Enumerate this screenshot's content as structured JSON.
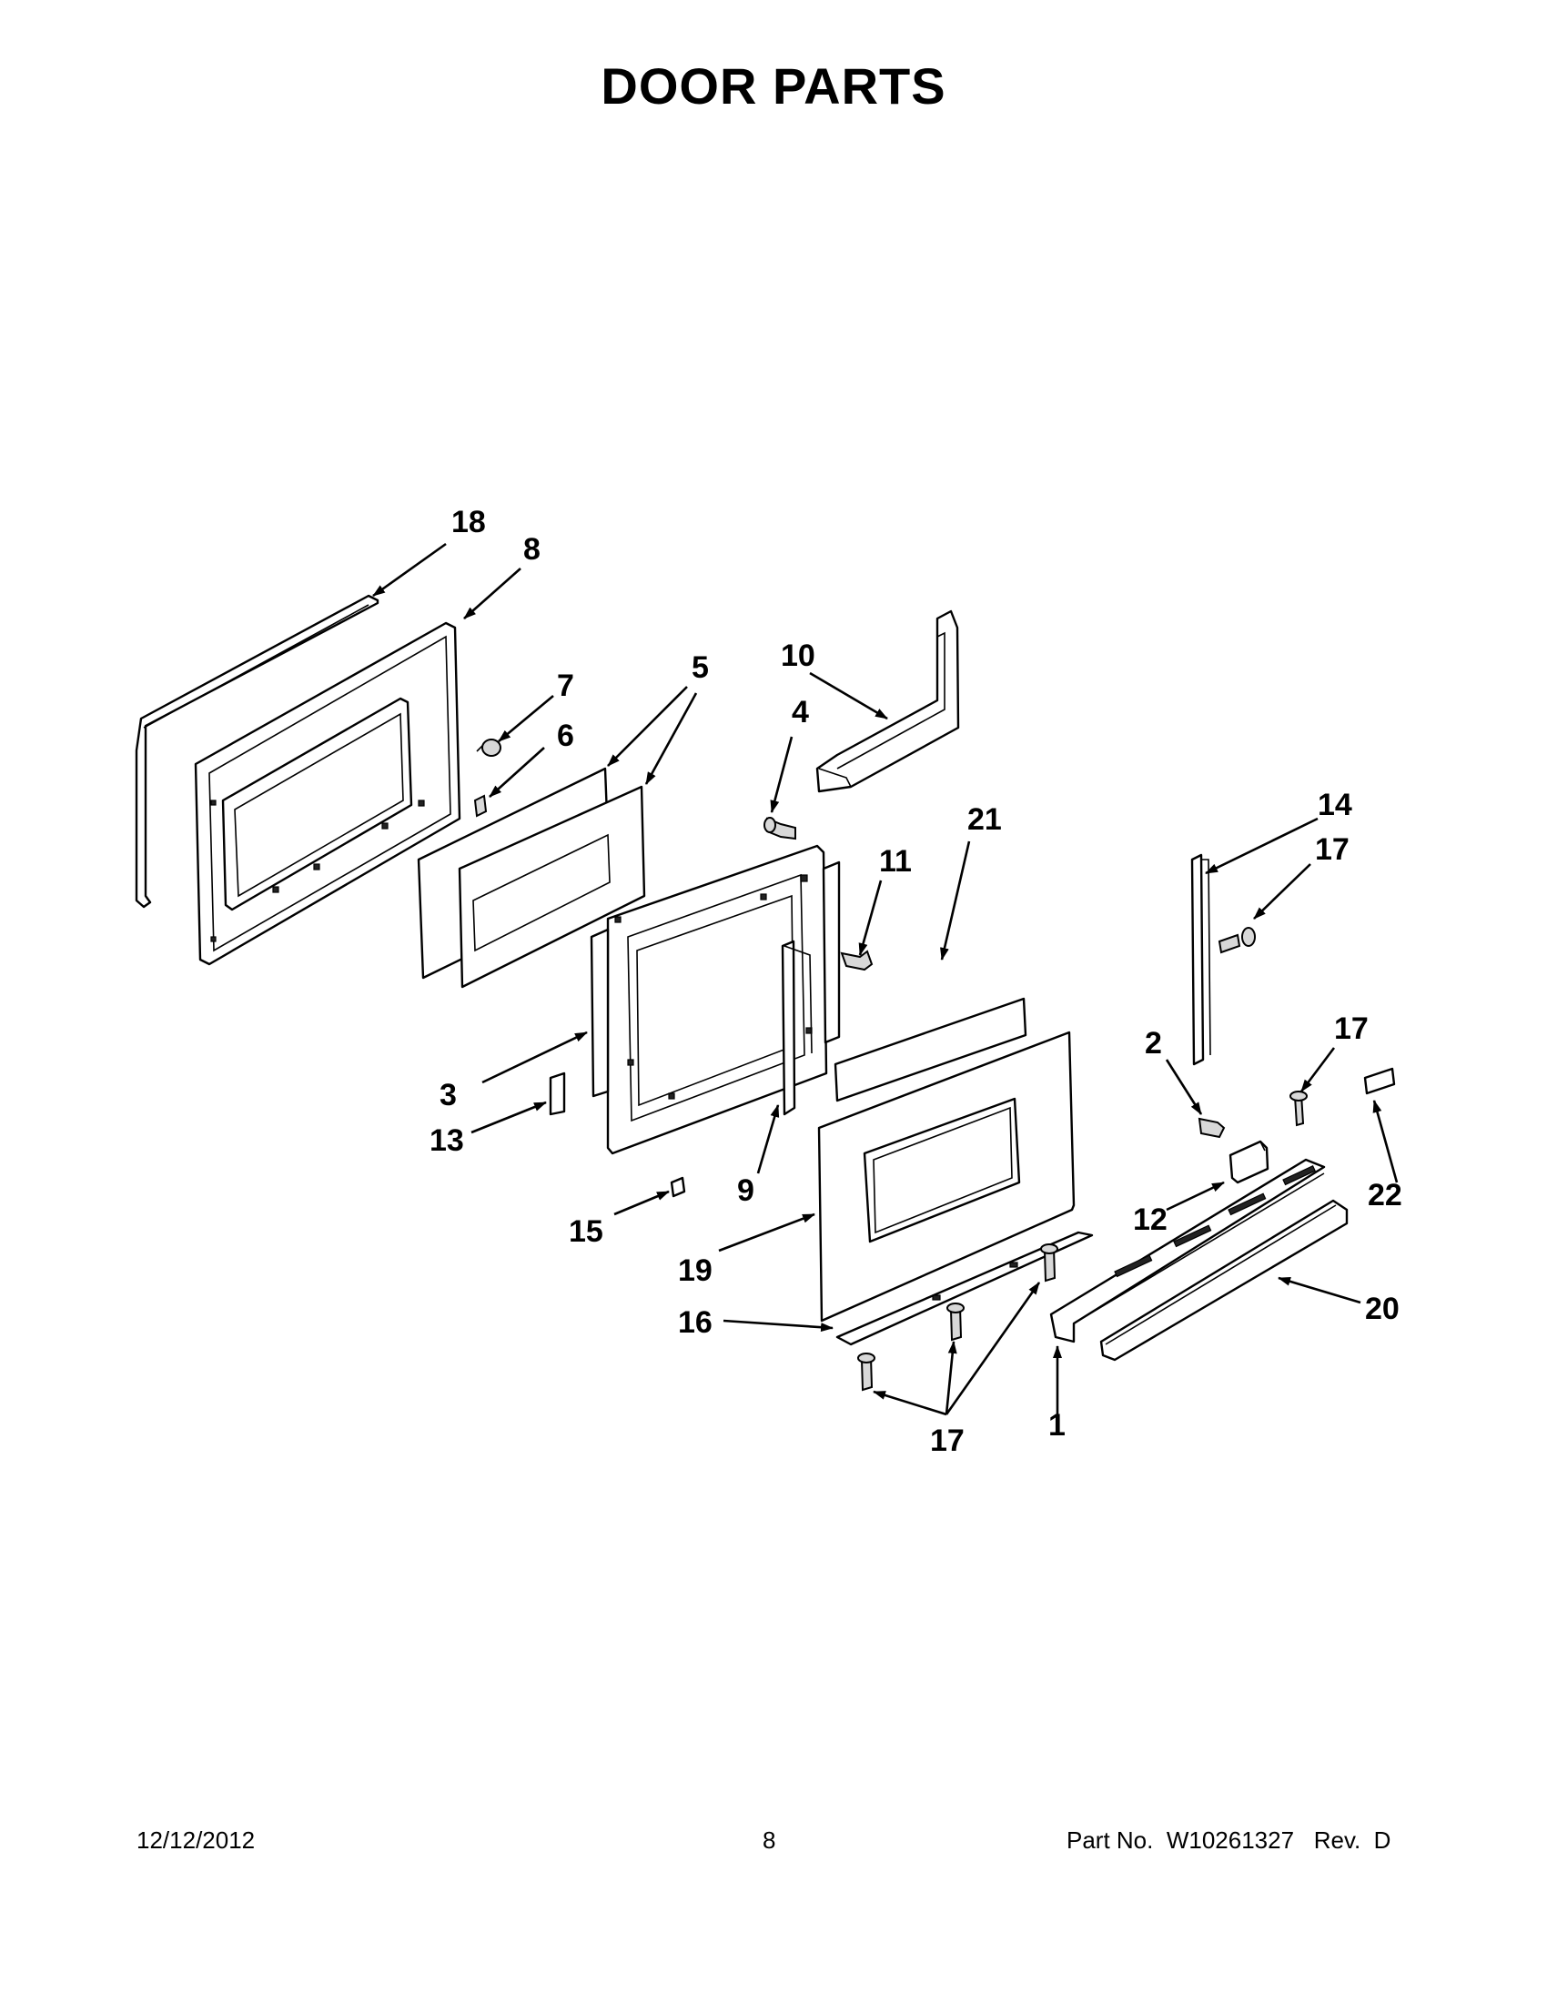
{
  "title": "DOOR PARTS",
  "footer": {
    "date": "12/12/2012",
    "page_number": "8",
    "part_info": "Part No.  W10261327   Rev.  D"
  },
  "callouts": {
    "c18": "18",
    "c8": "8",
    "c7": "7",
    "c6": "6",
    "c5": "5",
    "c10": "10",
    "c4": "4",
    "c21": "21",
    "c11": "11",
    "c14": "14",
    "c17a": "17",
    "c2": "2",
    "c17b": "17",
    "c3": "3",
    "c13": "13",
    "c9": "9",
    "c15": "15",
    "c19": "19",
    "c12": "12",
    "c22": "22",
    "c16": "16",
    "c20": "20",
    "c17c": "17",
    "c1": "1"
  }
}
